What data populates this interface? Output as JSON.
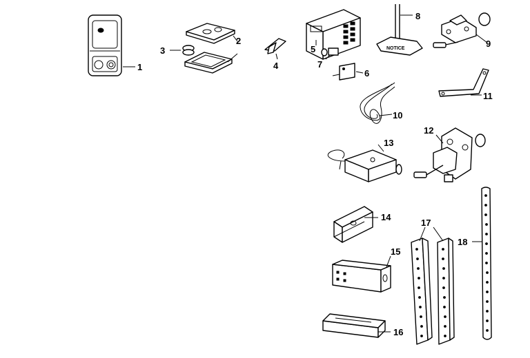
{
  "parts": [
    {
      "id": "p1",
      "label": "1"
    },
    {
      "id": "p2",
      "label": "2"
    },
    {
      "id": "p3",
      "label": "3"
    },
    {
      "id": "p4",
      "label": "4"
    },
    {
      "id": "p5",
      "label": "5"
    },
    {
      "id": "p6",
      "label": "6"
    },
    {
      "id": "p7",
      "label": "7"
    },
    {
      "id": "p8",
      "label": "8"
    },
    {
      "id": "p9",
      "label": "9"
    },
    {
      "id": "p10",
      "label": "10"
    },
    {
      "id": "p11",
      "label": "11"
    },
    {
      "id": "p12",
      "label": "12"
    },
    {
      "id": "p13",
      "label": "13"
    },
    {
      "id": "p14",
      "label": "14"
    },
    {
      "id": "p15",
      "label": "15"
    },
    {
      "id": "p16",
      "label": "16"
    },
    {
      "id": "p17",
      "label": "17"
    },
    {
      "id": "p18",
      "label": "18"
    }
  ],
  "sign_text": "NOTICE"
}
